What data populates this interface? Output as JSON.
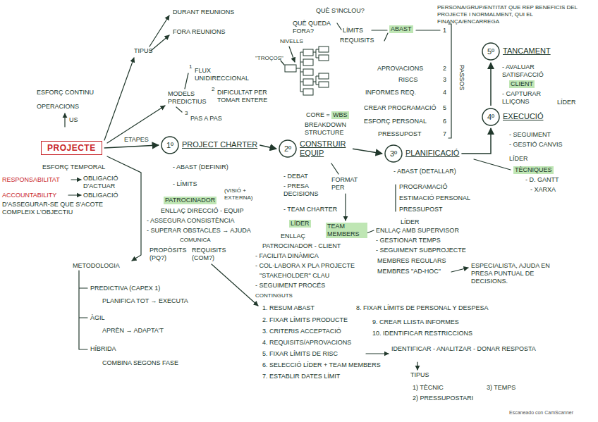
{
  "diagram": {
    "nodes": [
      {
        "text": [
          "PROJECTE"
        ]
      },
      {
        "text": [
          "1º",
          "PROJECT CHARTER"
        ]
      },
      {
        "text": [
          "2º",
          "CONSTRUIR EQUIP"
        ]
      },
      {
        "text": [
          "3º",
          "PLANIFICACIÓ"
        ]
      },
      {
        "text": [
          "4º",
          "EXECUCIÓ"
        ]
      },
      {
        "text": [
          "5º",
          "TANCAMENT"
        ]
      }
    ],
    "edges": [
      {
        "from": 0,
        "to": 1,
        "arrow": "to"
      },
      {
        "from": 1,
        "to": 2,
        "arrow": "to"
      },
      {
        "from": 2,
        "to": 3,
        "arrow": "to"
      },
      {
        "from": 3,
        "to": 4,
        "arrow": "to"
      },
      {
        "from": 4,
        "to": 5,
        "arrow": "to"
      }
    ],
    "labels": [
      "DURANT REUNIONS",
      "FORA REUNIONS",
      "TIPUS",
      "ESFORÇ CONTINU",
      "OPERACIONS",
      "US",
      "1",
      "FLUX UNIDIRECCIONAL",
      "MODELS PREDICTIUS",
      "2",
      "DIFICULTAT PER TOMAR ENTERE",
      "3",
      "PAS A PAS",
      "ETAPES",
      "ESFORÇ TEMPORAL",
      "RESPONSABILITAT",
      "OBLIGACIÓ D'ACTUAR",
      "ACCOUNTABILITY",
      "OBLIGACIÓ",
      "D'ASSEGURAR-SE QUE S'ACOTE COMPLEIX L'OBJECTIU",
      "METODOLOGIA",
      "PREDICTIVA (CAPEX 1)",
      "PLANIFICA TOT → EXECUTA",
      "ÀGIL",
      "APRÈN → ADAPTA'T",
      "HÍBRIDA",
      "COMBINA SEGONS FASE",
      "- ABAST (DEFINIR)",
      "- LÍMITS",
      "PATROCINADOR",
      "(VISIÓ + EXTERNA)",
      "ENLLAÇ DIRECCIÓ - EQUIP",
      "- ASSEGURA CONSISTÈNCIA",
      "- SUPERAR OBSTACLES → AJUDA",
      "COMUNICA",
      "PROPÒSITS (PQ?)",
      "REQUISITS (COM?)",
      "- DEBAT",
      "- PRESA DECISIONS",
      "- TEAM CHARTER",
      "FORMAT PER",
      "LÍDER",
      "TEAM MEMBERS",
      "ENLLAÇ",
      "PATROCINADOR - CLIENT",
      "- FACILITA DINÀMICA",
      "- COL·LABORA X PLA PROJECTE",
      "\"STAKEHOLDER\" CLAU",
      "- SEGUIMENT PROCÉS",
      "CONTINGUTS",
      "1. RESUM ABAST",
      "2. FIXAR LÍMITS PRODUCTE",
      "3. CRITERIS ACCEPTACIÓ",
      "4. REQUISITS/APROVACIONS",
      "5. FIXAR LÍMITS DE RISC",
      "6. SELECCIÓ LÍDER + TEAM MEMBERS",
      "7. ESTABLIR DATES LÍMIT",
      "8. FIXAR LÍMITS DE PERSONAL Y DESPESA",
      "9. CREAR LLISTA INFORMES",
      "10. IDENTIFICAR RESTRICCIONS",
      "IDENTIFICAR - ANALITZAR - DONAR RESPOSTA",
      "TIPUS",
      "1) TÈCNIC",
      "2) PRESSUPOSTARI",
      "3) TEMPS",
      "LÍDER",
      "ENLLAÇ AMB SUPERVISOR",
      "- GESTIONAR TEMPS",
      "- SEGUIMENT SUBPROJECTE",
      "MEMBRES REGULARS",
      "MEMBRES \"AD-HOC\"",
      "ESPECIALISTA, AJUDA EN PRESA PUNTUAL DE DECISIONS.",
      "- ABAST (DETALLAR)",
      "PROGRAMACIÓ",
      "ESTIMACIÓ PERSONAL",
      "PRESSUPOST",
      "LÍDER",
      "TÈCNIQUES",
      "- D. GANTT",
      "- XARXA",
      "QUÈ S'INCLOU?",
      "QUÈ QUEDA FORA?",
      "LÍMITS",
      "REQUISITS",
      "ABAST",
      "APROVACIONS",
      "RISCS",
      "INFORMES REQ.",
      "CREAR PROGRAMACIÓ",
      "ESFORÇ PERSONAL",
      "PRESSUPOST",
      "1",
      "2",
      "3",
      "4",
      "5",
      "6",
      "7",
      "PASSOS",
      "NIVELLS",
      "\"TROÇOS\"",
      "CORE =",
      "WBS",
      "BREAKDOWN STRUCTURE",
      "PERSONA/GRUP/ENTITAT QUE REP BENEFICIS DEL PROJECTE I NORMALMENT, QUI EL FINANÇA/ENCARREGA",
      "- AVALUAR SATISFACCIÓ",
      "CLIENT",
      "- CAPTURAR LLIÇONS",
      "LÍDER",
      "- SEGUIMENT",
      "- GESTIÓ CANVIS",
      "Escaneado con CamScanner"
    ]
  }
}
